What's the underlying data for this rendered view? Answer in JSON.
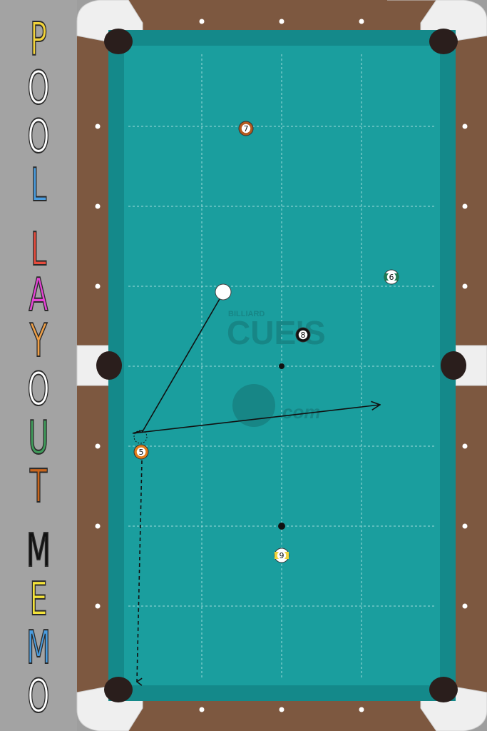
{
  "app": {
    "title_letters": [
      {
        "char": "P",
        "color": "#f2d33a"
      },
      {
        "char": "O",
        "color": "#ffffff"
      },
      {
        "char": "O",
        "color": "#ffffff"
      },
      {
        "char": "L",
        "color": "#4a9de0"
      },
      {
        "char": "L",
        "color": "#e84c3d"
      },
      {
        "char": "A",
        "color": "#e545d6"
      },
      {
        "char": "Y",
        "color": "#f0a047"
      },
      {
        "char": "O",
        "color": "#ffffff"
      },
      {
        "char": "U",
        "color": "#3f9b5a"
      },
      {
        "char": "T",
        "color": "#c9651c"
      },
      {
        "char": "M",
        "color": "#111111"
      },
      {
        "char": "E",
        "color": "#f3e23a"
      },
      {
        "char": "M",
        "color": "#4a9de0"
      },
      {
        "char": "O",
        "color": "#ffffff"
      }
    ]
  },
  "watermark": {
    "small_text": "BILLIARD",
    "big_text": "CUE'S",
    "logo_text": "com"
  },
  "colors": {
    "felt": "#1a9e9e",
    "rail": "#7d5840",
    "corner": "#f0f0f0",
    "pocket": "#2a1e1c",
    "cue_ball": "#ffffff"
  },
  "balls": [
    {
      "number": "7",
      "color": "#b35a1f",
      "stripe": false
    },
    {
      "number": "6",
      "color": "#1f7a52",
      "stripe": true
    },
    {
      "number": "8",
      "color": "#111111",
      "stripe": false
    },
    {
      "number": "5",
      "color": "#e27d1a",
      "stripe": false
    },
    {
      "number": "9",
      "color": "#f2d33a",
      "stripe": true
    }
  ],
  "cue_ball": {
    "label": "cue ball"
  }
}
